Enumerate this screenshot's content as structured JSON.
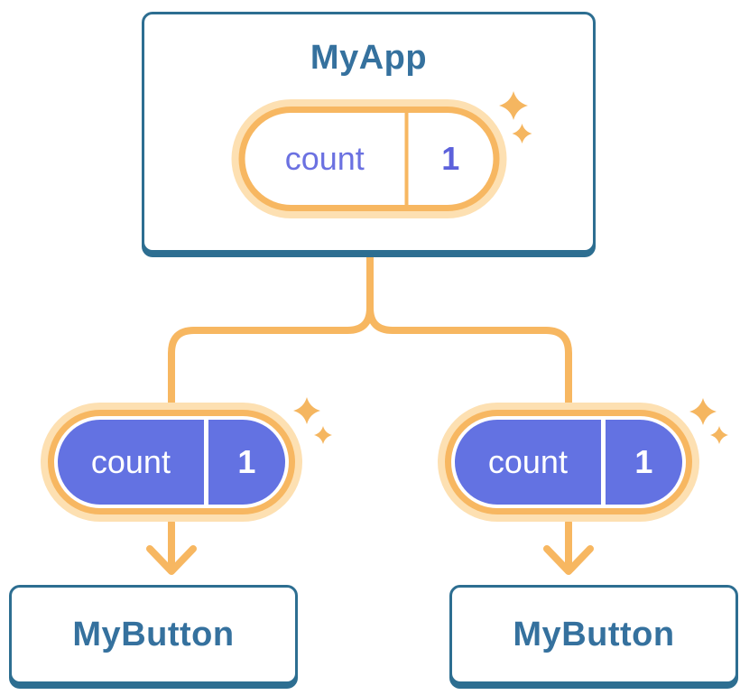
{
  "diagram": {
    "root": {
      "title": "MyApp",
      "state": {
        "label": "count",
        "value": "1"
      }
    },
    "children": [
      {
        "title": "MyButton",
        "state": {
          "label": "count",
          "value": "1"
        }
      },
      {
        "title": "MyButton",
        "state": {
          "label": "count",
          "value": "1"
        }
      }
    ]
  },
  "colors": {
    "background": "#FFFFFF",
    "card_border": "#2D6E91",
    "card_title": "#35719E",
    "connector_orange": "#F7B761",
    "pill_halo": "#FDE0B2",
    "pill_fill_purple": "#6372E2",
    "pill_label_indigo": "#6B71E1",
    "pill_value_indigo": "#5C61DB",
    "pill_text_on_purple": "#FFFFFF",
    "sparkle": "#F5B660"
  }
}
